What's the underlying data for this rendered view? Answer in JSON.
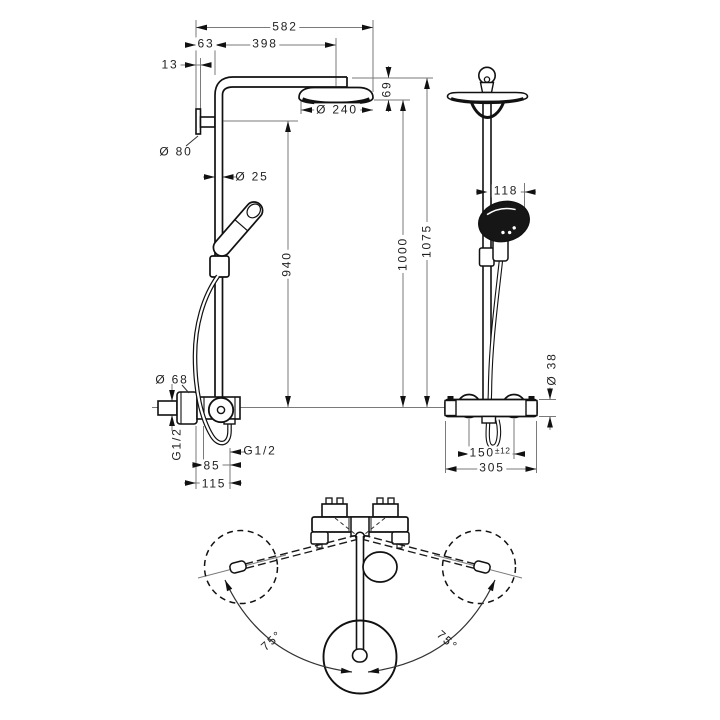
{
  "drawing": {
    "front_view": {
      "labels": {
        "overall_width": "582",
        "pipe_offset": "63",
        "arm_reach": "398",
        "bracket_depth": "13",
        "bracket_diameter": "Ø 80",
        "head_diameter": "Ø 240",
        "pipe_diameter": "Ø 25",
        "head_height": "69",
        "bar_height": "940",
        "escutcheon_diameter": "Ø 68",
        "thread_size_left": "G1/2",
        "thread_size_right": "G1/2",
        "outlet_offset": "85",
        "valve_offset": "115"
      }
    },
    "side_view": {
      "labels": {
        "handshower_offset": "118",
        "height_to_head_bottom": "1000",
        "total_height": "1075",
        "valve_diameter": "Ø 38",
        "supply_spacing": "150",
        "supply_tolerance": "±12",
        "valve_width": "305"
      }
    },
    "plan_view": {
      "labels": {
        "swivel_angle_left": "75°",
        "swivel_angle_right": "75°"
      }
    }
  }
}
